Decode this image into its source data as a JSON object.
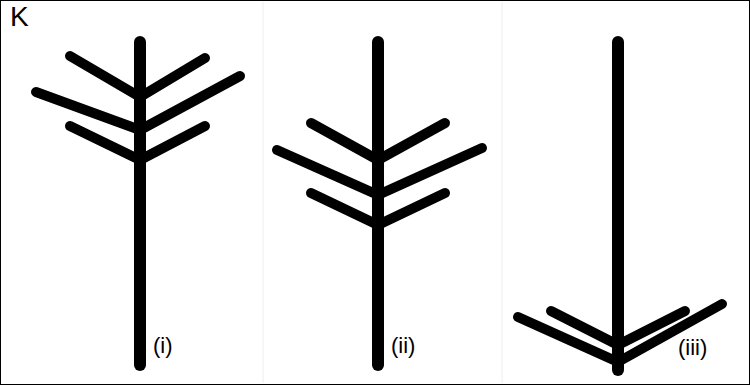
{
  "diagram": {
    "labels": [
      "K",
      "(i)",
      "(ii)",
      "(iii)"
    ]
  }
}
